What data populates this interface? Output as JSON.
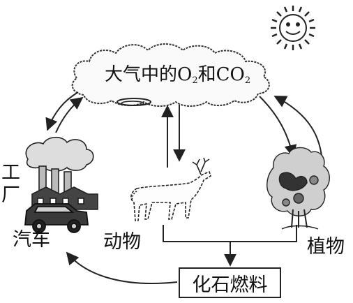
{
  "cloud": {
    "prefix": "大气中的O",
    "sub1": "2",
    "mid": "和CO",
    "sub2": "2"
  },
  "labels": {
    "factory_1": "工",
    "factory_2": "厂",
    "car": "汽车",
    "animal": "动物",
    "plant": "植物",
    "fossil_fuel": "化石燃料"
  },
  "icons": [
    "sun-icon",
    "cloud-icon",
    "factory-icon",
    "car-icon",
    "deer-icon",
    "tree-icon"
  ]
}
